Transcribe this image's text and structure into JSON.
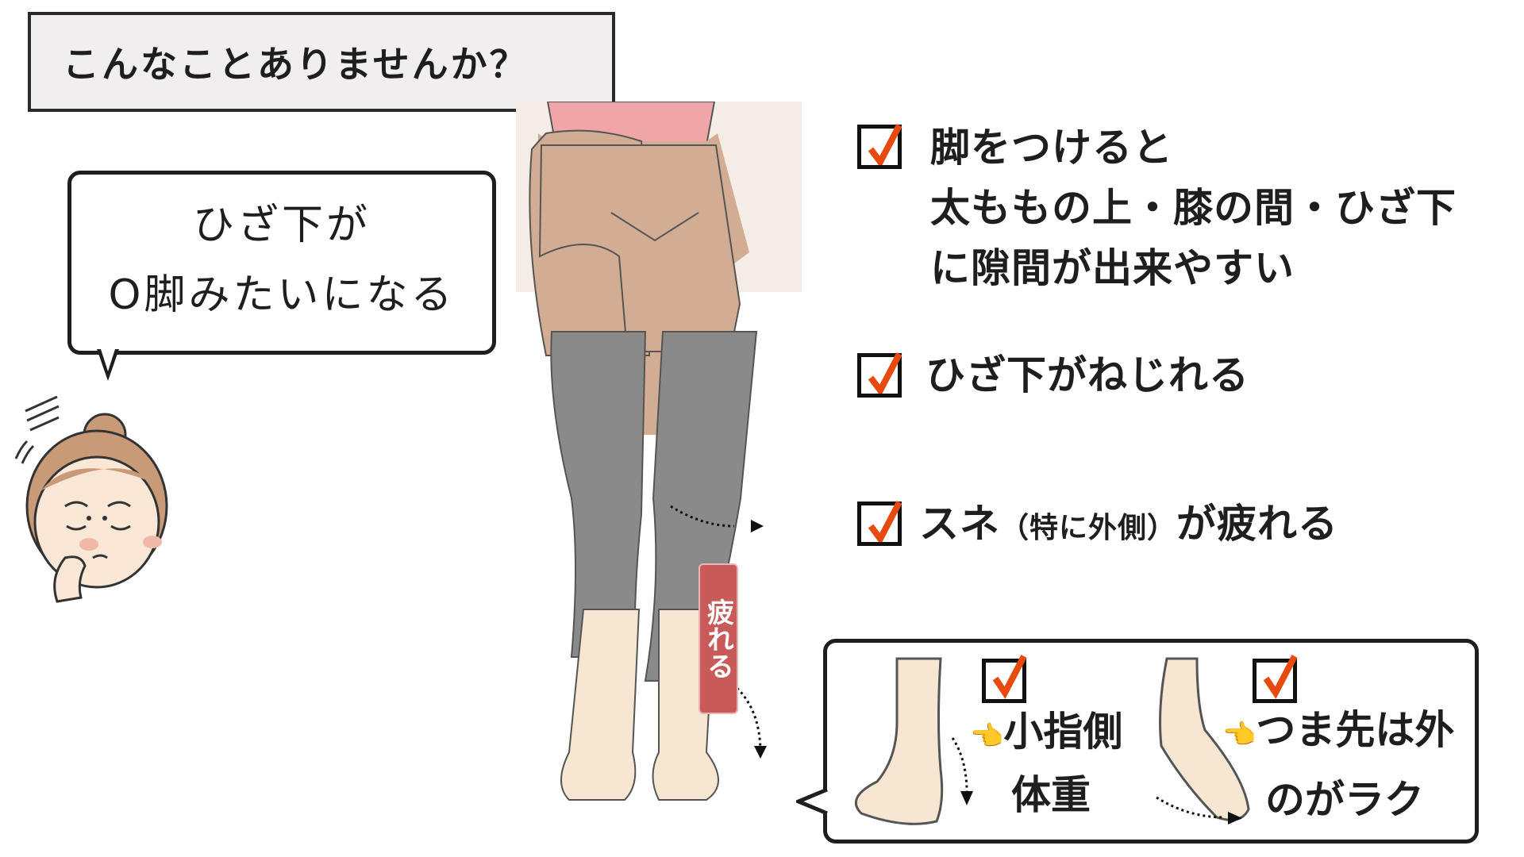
{
  "title": "こんなことありませんか？",
  "bubble": {
    "line1": "ひざ下が",
    "line2": "O脚みたいになる"
  },
  "checklist": [
    {
      "lines": [
        "脚をつけると",
        "太ももの上・膝の間・ひざ下",
        "に隙間が出来やすい"
      ]
    },
    {
      "lines": [
        "ひざ下がねじれる"
      ]
    },
    {
      "before": "スネ",
      "paren": "（特に外側）",
      "after": "が疲れる"
    }
  ],
  "leg_tag": "疲れる",
  "foot_panel": {
    "left": {
      "pointer": "👈",
      "line1": "小指側",
      "line2": "体重"
    },
    "right": {
      "pointer": "👈",
      "line1": "つま先は外",
      "line2": "のがラク"
    }
  },
  "colors": {
    "check": "#e8490f",
    "tag": "#c85a5a",
    "shirt": "#f0a6a6",
    "shorts": "#d2ad94",
    "leggings": "#8a8a8a",
    "skin": "#f6e6d2"
  }
}
